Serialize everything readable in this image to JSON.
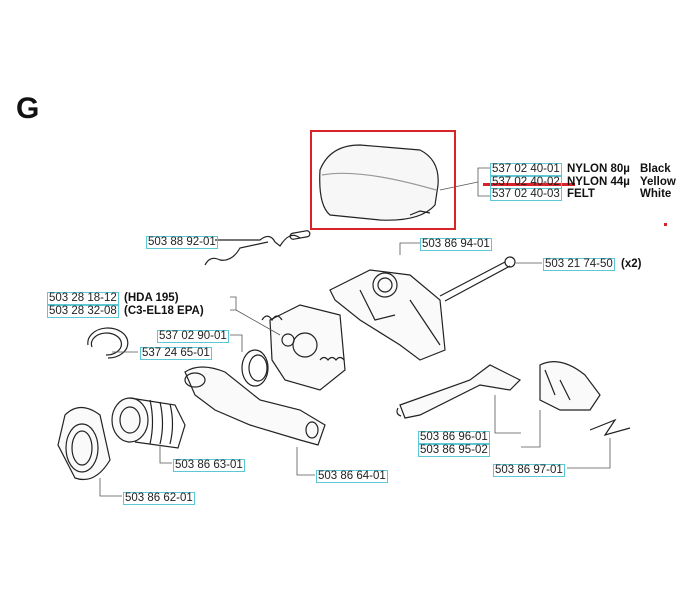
{
  "section_letter": "G",
  "highlight_color": "#d8232a",
  "label_box_color": "#5bc8d6",
  "parts": {
    "filter_1": {
      "number": "537 02 40-01",
      "material": "NYLON 80µ",
      "color": "Black"
    },
    "filter_2": {
      "number": "537 02 40-02",
      "material": "NYLON 44µ",
      "color": "Yellow"
    },
    "filter_3": {
      "number": "537 02 40-03",
      "material": "FELT",
      "color": "White"
    },
    "rod": {
      "number": "503 88 92-01"
    },
    "intake": {
      "number": "503 86 94-01"
    },
    "screw": {
      "number": "503 21 74-50",
      "qty": "(x2)"
    },
    "carb_1": {
      "number": "503 28 18-12",
      "desc": "(HDA 195)"
    },
    "carb_2": {
      "number": "503 28 32-08",
      "desc": "(C3-EL18  EPA)"
    },
    "gasket": {
      "number": "537 02 90-01"
    },
    "clip": {
      "number": "537 24 65-01"
    },
    "bellows": {
      "number": "503 86 63-01"
    },
    "bracket": {
      "number": "503 86 64-01"
    },
    "adapter": {
      "number": "503 86 62-01"
    },
    "lever_1": {
      "number": "503 86 96-01"
    },
    "lever_2": {
      "number": "503 86 95-02"
    },
    "spring": {
      "number": "503 86 97-01"
    }
  }
}
